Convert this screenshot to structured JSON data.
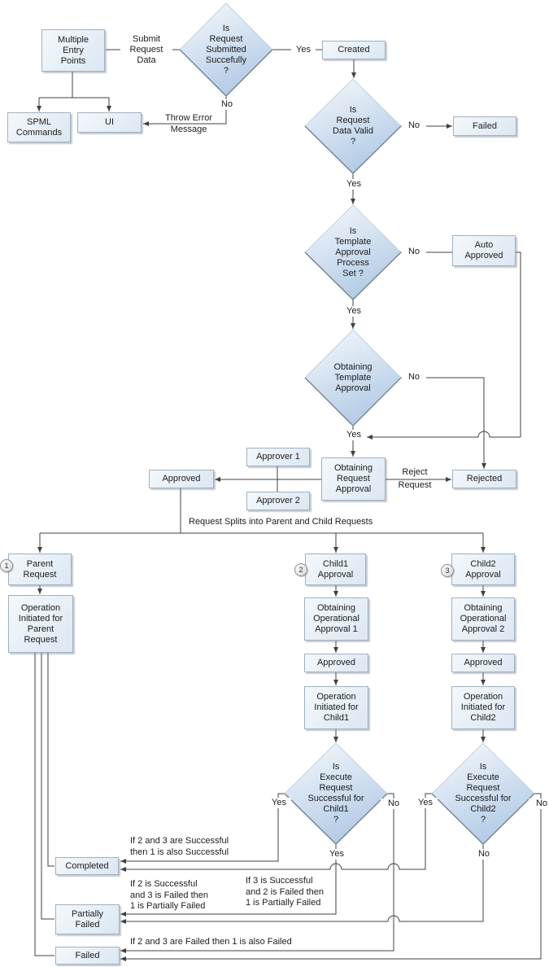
{
  "colors": {
    "box_fill_top": "#f4f8fb",
    "box_fill_bottom": "#dbe7f3",
    "box_border": "#9fb1c1",
    "diamond_top": "#f7fafd",
    "diamond_bottom": "#b4cce6",
    "diamond_edge_light": "#c3d2e0",
    "diamond_edge_dark": "#76838f",
    "line_color": "#404040",
    "text_color": "#1c1c1c"
  },
  "badges": {
    "parent": "1",
    "child1": "2",
    "child2": "3"
  },
  "boxes": {
    "multiple_entry_points": "Multiple\nEntry\nPoints",
    "spml_commands": "SPML\nCommands",
    "ui": "UI",
    "created": "Created",
    "failed_top": "Failed",
    "auto_approved": "Auto\nApproved",
    "approver_1": "Approver 1",
    "approver_2": "Approver 2",
    "obtaining_request_approval": "Obtaining\nRequest\nApproval",
    "approved": "Approved",
    "rejected": "Rejected",
    "parent_request": "Parent\nRequest",
    "operation_initiated_parent": "Operation\nInitiated for\nParent\nRequest",
    "child1_approval": "Child1\nApproval",
    "obtaining_operational_approval_1": "Obtaining\nOperational\nApproval 1",
    "approved_child1": "Approved",
    "operation_initiated_child1": "Operation\nInitiated for\nChild1",
    "child2_approval": "Child2\nApproval",
    "obtaining_operational_approval_2": "Obtaining\nOperational\nApproval 2",
    "approved_child2": "Approved",
    "operation_initiated_child2": "Operation\nInitiated for\nChild2",
    "completed": "Completed",
    "partially_failed": "Partially\nFailed",
    "failed_bottom": "Failed"
  },
  "decisions": {
    "request_submitted": "Is\nRequest\nSubmitted\nSuccefully\n?",
    "request_data_valid": "Is\nRequest\nData Valid\n?",
    "template_approval_set": "Is\nTemplate\nApproval\nProcess\nSet ?",
    "obtaining_template_approval": "Obtaining\nTemplate\nApproval",
    "execute_child1": "Is\nExecute\nRequest\nSuccessful for\nChild1\n?",
    "execute_child2": "Is\nExecute\nRequest\nSuccessful for\nChild2\n?"
  },
  "edge_labels": {
    "submit_request_data": "Submit\nRequest\nData",
    "throw_error_message": "Throw Error\nMessage",
    "yes_submitted": "Yes",
    "no_submitted": "No",
    "no_data_valid": "No",
    "yes_data_valid": "Yes",
    "no_template_set": "No",
    "yes_template_set": "Yes",
    "no_template_approval": "No",
    "yes_template_approval": "Yes",
    "reject_request": "Reject\nRequest",
    "request_splits": "Request Splits into Parent and Child Requests",
    "yes_child1_left": "Yes",
    "no_child1_right": "No",
    "yes_child1_bottom": "Yes",
    "yes_child2_left": "Yes",
    "no_child2_right": "No",
    "no_child2_bottom": "No"
  },
  "conditions": {
    "all_success": "If 2 and 3 are Successful\nthen 1 is also Successful",
    "c2_success_c3_failed": "If 2 is Successful\nand 3 is Failed then\n1 is Partially Failed",
    "c3_success_c2_failed": "If 3 is Successful\nand 2 is Failed then\n1 is Partially Failed",
    "all_failed": "If 2 and 3 are Failed then 1 is also Failed"
  }
}
